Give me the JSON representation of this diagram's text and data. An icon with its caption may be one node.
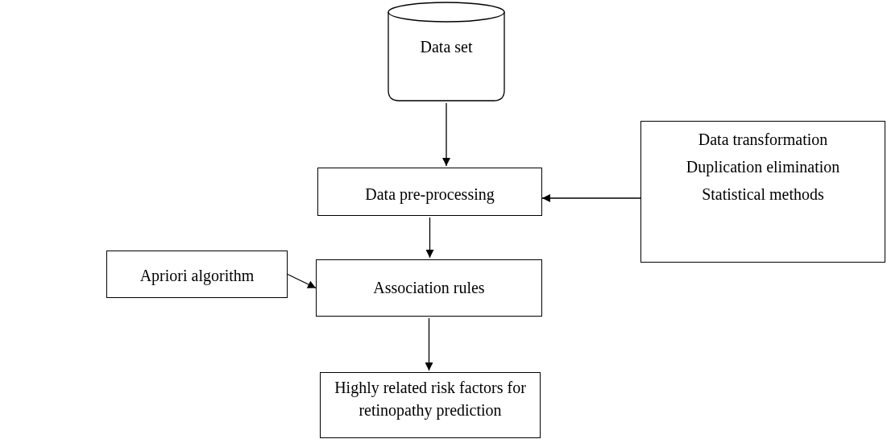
{
  "diagram": {
    "nodes": [
      {
        "text": [
          "Data set"
        ]
      },
      {
        "text": [
          "Data pre-processing"
        ]
      },
      {
        "text": [
          "Data transformation",
          "Duplication elimination",
          "Statistical methods"
        ]
      },
      {
        "text": [
          "Apriori algorithm"
        ]
      },
      {
        "text": [
          "Association rules"
        ]
      },
      {
        "text": [
          "Highly related risk factors for retinopathy prediction"
        ]
      }
    ],
    "edges": [
      {
        "from": 0,
        "to": 1,
        "arrow": "to"
      },
      {
        "from": 2,
        "to": 1,
        "arrow": "to"
      },
      {
        "from": 1,
        "to": 4,
        "arrow": "to"
      },
      {
        "from": 3,
        "to": 4,
        "arrow": "to"
      },
      {
        "from": 4,
        "to": 5,
        "arrow": "to"
      }
    ]
  }
}
